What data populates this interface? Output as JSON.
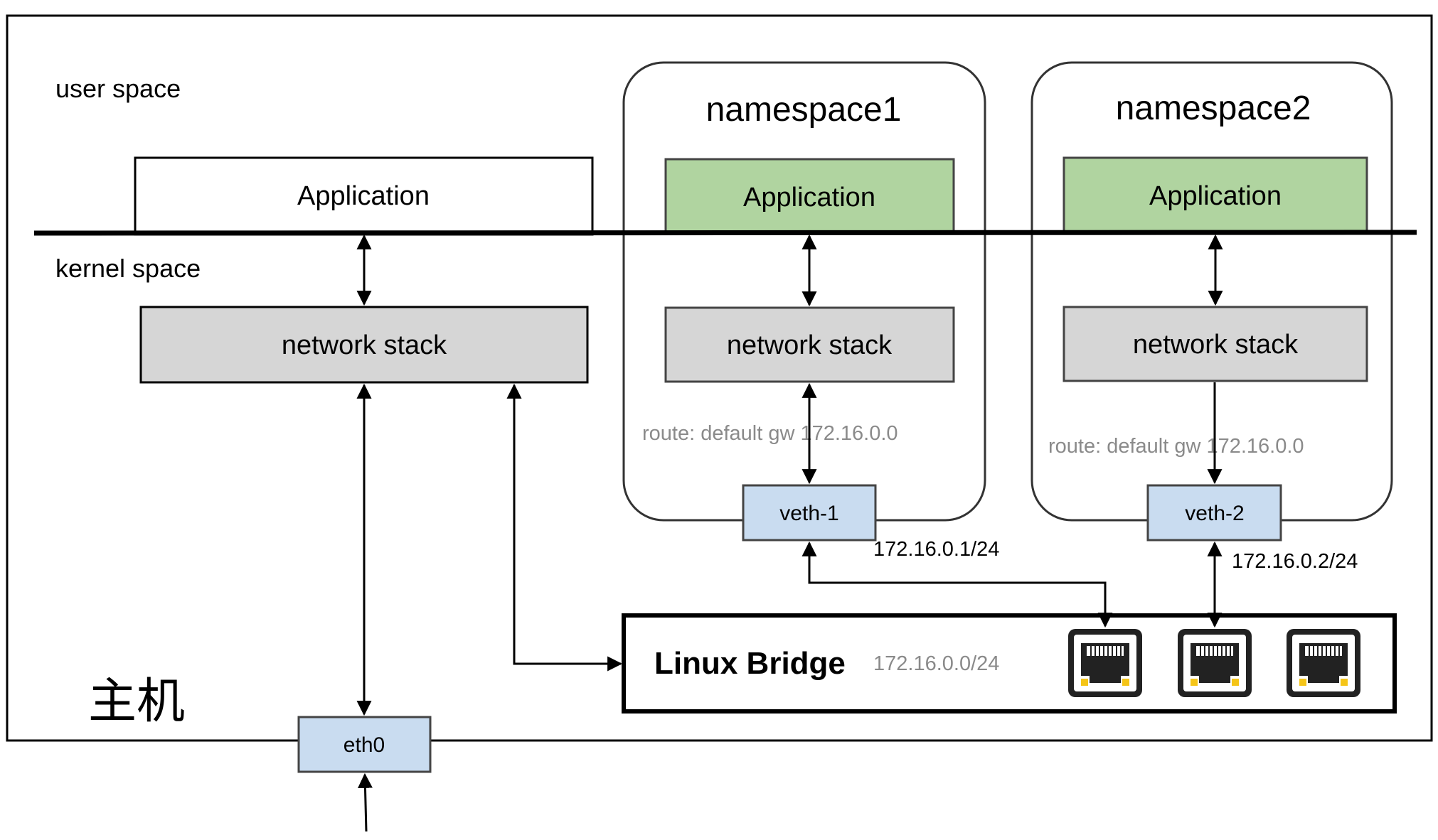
{
  "labels": {
    "user_space": "user space",
    "kernel_space": "kernel space",
    "host": "主机"
  },
  "host_stack": {
    "app": "Application",
    "net": "network stack"
  },
  "namespaces": [
    {
      "title": "namespace1",
      "app": "Application",
      "net": "network stack",
      "route": "route: default gw 172.16.0.0",
      "veth": "veth-1",
      "ip": "172.16.0.1/24"
    },
    {
      "title": "namespace2",
      "app": "Application",
      "net": "network stack",
      "route": "route: default gw 172.16.0.0",
      "veth": "veth-2",
      "ip": "172.16.0.2/24"
    }
  ],
  "bridge": {
    "name": "Linux Bridge",
    "subnet": "172.16.0.0/24",
    "port_icon": "ethernet-port-icon"
  },
  "eth0": "eth0",
  "colors": {
    "app_green": "#b0d4a0",
    "net_gray": "#d6d6d6",
    "iface_blue": "#c9dcf0",
    "route_gray": "#8a8a8a"
  }
}
